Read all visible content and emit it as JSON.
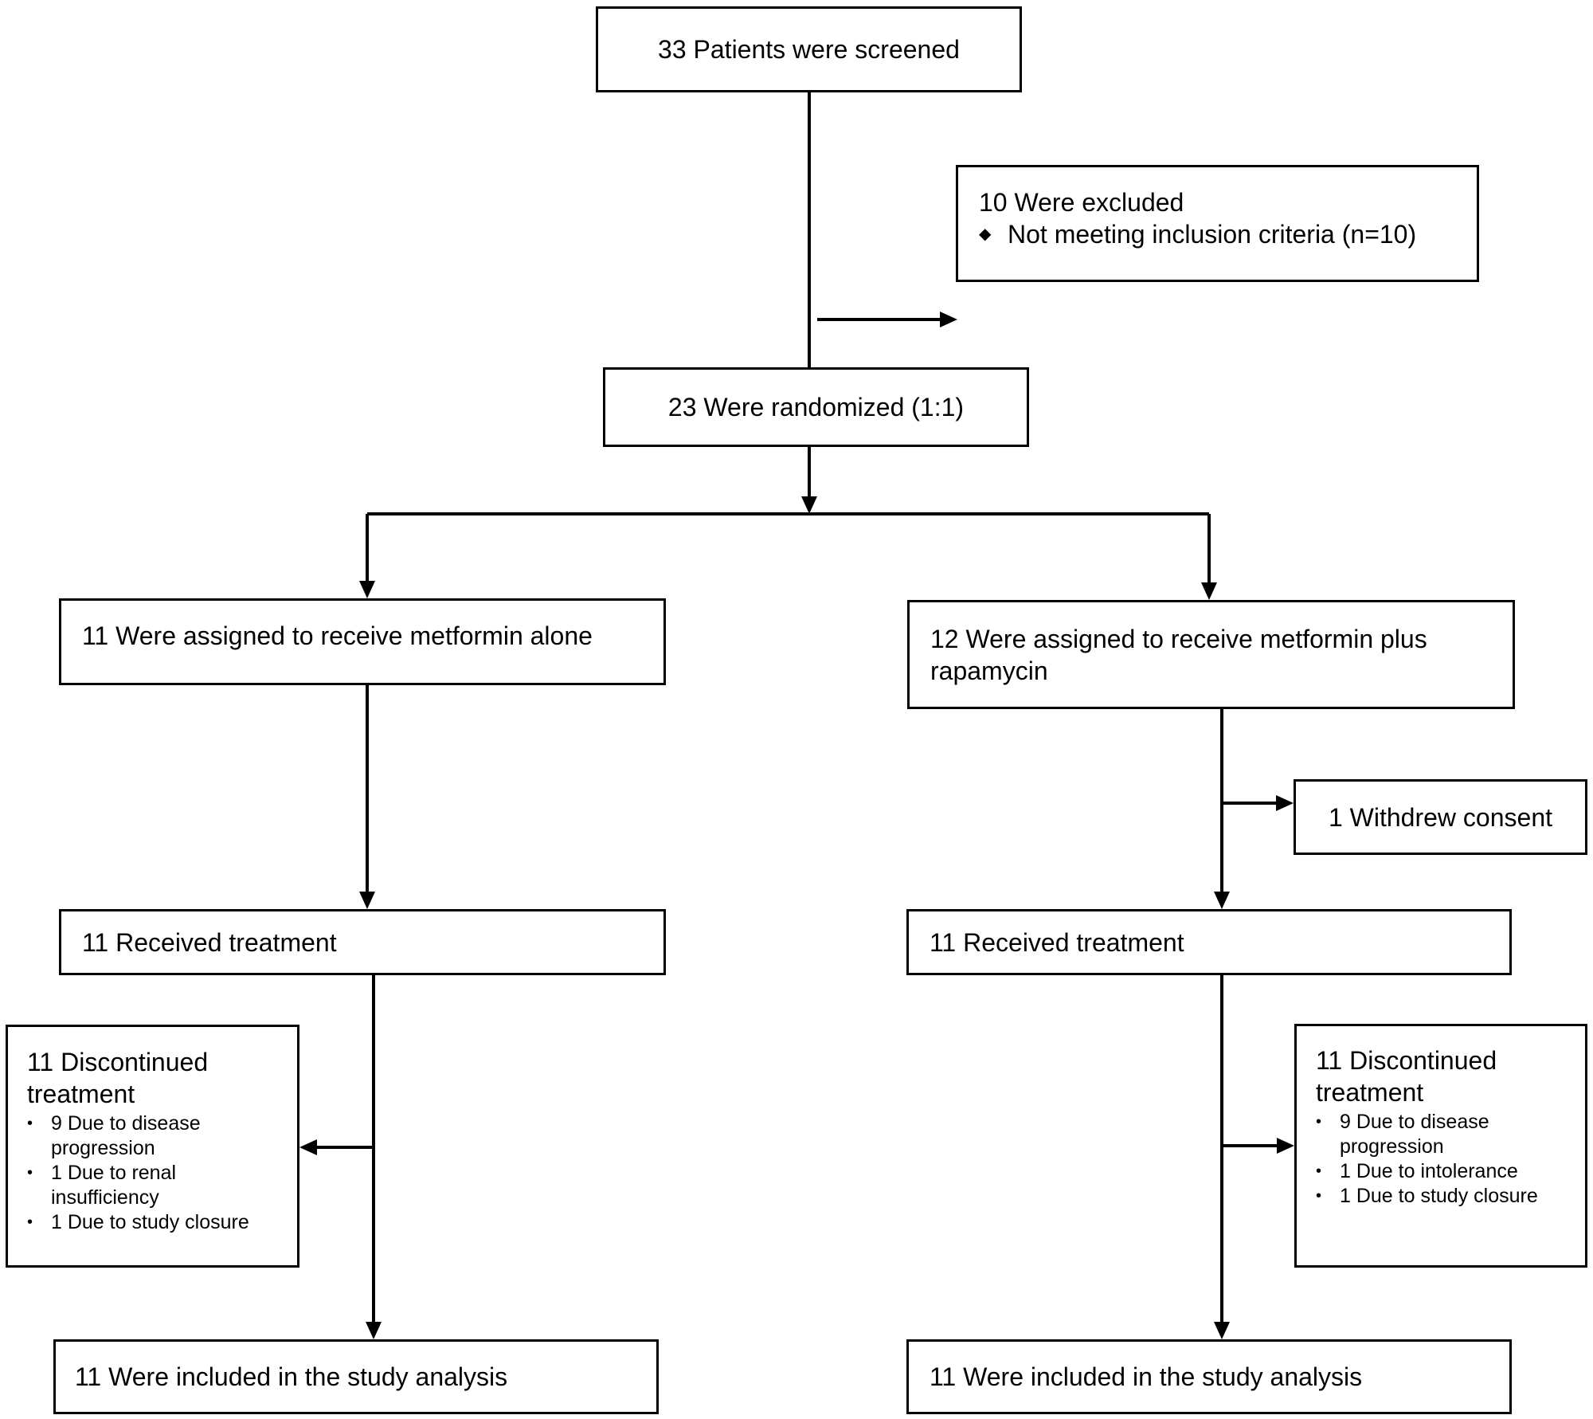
{
  "screened": {
    "label": "33 Patients were screened"
  },
  "excluded": {
    "label": "10 Were excluded",
    "items": [
      "Not meeting inclusion criteria (n=10)"
    ]
  },
  "randomized": {
    "label": "23 Were randomized (1:1)"
  },
  "arm_left": {
    "assigned": "11 Were assigned to receive metformin alone",
    "received": "11 Received treatment",
    "discontinued": {
      "label": "11 Discontinued treatment",
      "items": [
        "9 Due to disease progression",
        "1 Due to renal insufficiency",
        "1 Due to study closure"
      ]
    },
    "analysis": "11 Were included in the study analysis"
  },
  "arm_right": {
    "assigned": "12 Were assigned to receive metformin plus rapamycin",
    "withdrew": "1 Withdrew consent",
    "received": "11 Received treatment",
    "discontinued": {
      "label": "11 Discontinued treatment",
      "items": [
        "9 Due to disease progression",
        "1 Due to intolerance",
        "1 Due to study closure"
      ]
    },
    "analysis": "11 Were included in the study analysis"
  },
  "bullet_symbols": {
    "excluded": "◆",
    "list": "•"
  },
  "colors": {
    "line": "#000000",
    "background": "#ffffff",
    "text": "#000000"
  }
}
